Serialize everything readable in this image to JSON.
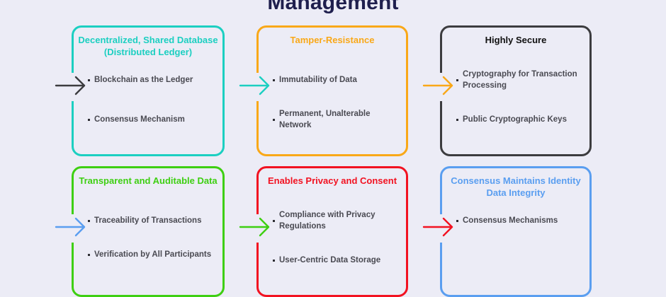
{
  "header": {
    "title": "Management"
  },
  "colors": {
    "background": "#ececf6",
    "title": "#1f1f4e",
    "teal": "#1ccfc1",
    "orange": "#f9a818",
    "dark": "#3c3c3f",
    "green": "#3ecf12",
    "red": "#f21221",
    "blue": "#5a9ef0",
    "item_text": "#4a4a52"
  },
  "cards": [
    {
      "title": "Decentralized, Shared Database (Distributed Ledger)",
      "color": "#1ccfc1",
      "title_color": "#1ccfc1",
      "arrow_color": "#3c3c3f",
      "items": [
        "Blockchain as the Ledger",
        "Consensus Mechanism"
      ]
    },
    {
      "title": "Tamper-Resistance",
      "color": "#f9a818",
      "title_color": "#f9a818",
      "arrow_color": "#1ccfc1",
      "items": [
        "Immutability of Data",
        "Permanent, Unalterable Network"
      ]
    },
    {
      "title": "Highly Secure",
      "color": "#3c3c3f",
      "title_color": "#111111",
      "arrow_color": "#f9a818",
      "items": [
        "Cryptography for Transaction Processing",
        "Public Cryptographic Keys"
      ]
    },
    {
      "title": "Transparent and Auditable Data",
      "color": "#3ecf12",
      "title_color": "#3ecf12",
      "arrow_color": "#5a9ef0",
      "items": [
        "Traceability of Transactions",
        "Verification by All Participants"
      ]
    },
    {
      "title": "Enables Privacy and Consent",
      "color": "#f21221",
      "title_color": "#f21221",
      "arrow_color": "#3ecf12",
      "items": [
        "Compliance with Privacy Regulations",
        "User-Centric Data Storage"
      ]
    },
    {
      "title": "Consensus Maintains Identity Data Integrity",
      "color": "#5a9ef0",
      "title_color": "#5a9ef0",
      "arrow_color": "#f21221",
      "items": [
        "Consensus Mechanisms"
      ]
    }
  ]
}
